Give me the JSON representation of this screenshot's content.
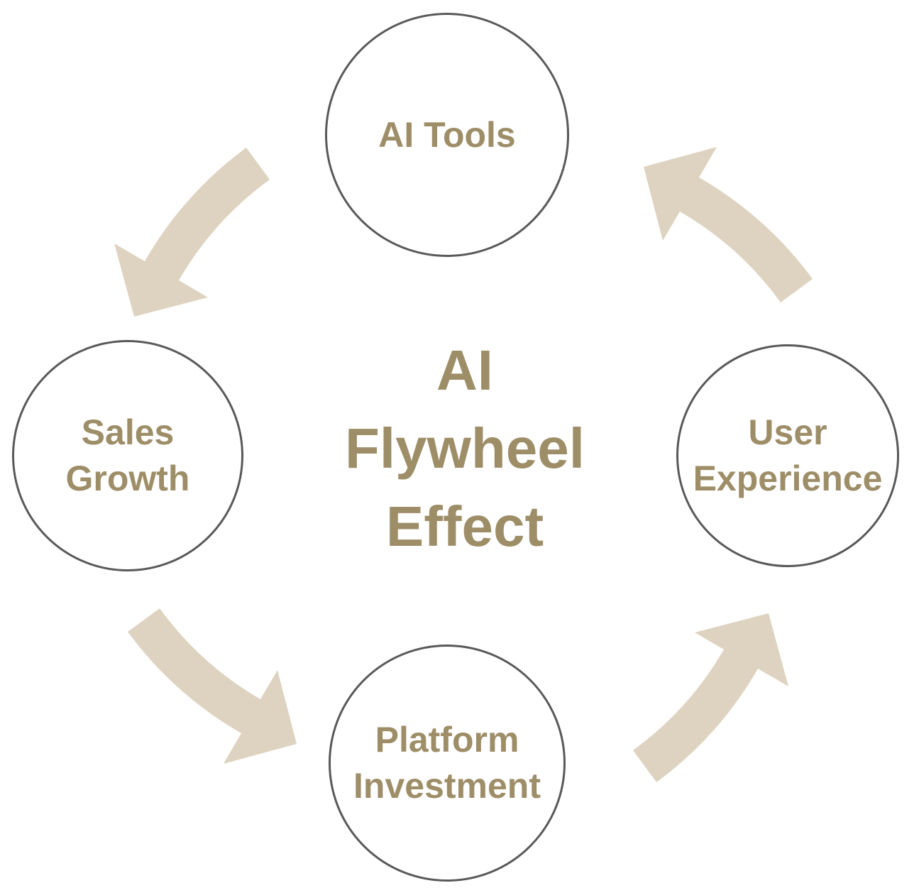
{
  "diagram": {
    "title": "AI Flywheel Effect",
    "title_lines": [
      "AI",
      "Flywheel",
      "Effect"
    ],
    "nodes": [
      {
        "id": "ai-tools",
        "label": "AI Tools",
        "position": "top"
      },
      {
        "id": "sales-growth",
        "label": "Sales Growth",
        "position": "left"
      },
      {
        "id": "platform-investment",
        "label": "Platform Investment",
        "position": "bottom"
      },
      {
        "id": "user-experience",
        "label": "User Experience",
        "position": "right"
      }
    ],
    "flow_sequence": [
      "AI Tools",
      "Sales Growth",
      "Platform Investment",
      "User Experience",
      "AI Tools"
    ],
    "arrows": [
      {
        "name": "arrow-ai-tools-to-sales-growth",
        "from": "AI Tools",
        "to": "Sales Growth",
        "direction": "down-left"
      },
      {
        "name": "arrow-sales-growth-to-platform-investment",
        "from": "Sales Growth",
        "to": "Platform Investment",
        "direction": "down-right"
      },
      {
        "name": "arrow-platform-investment-to-user-experience",
        "from": "Platform Investment",
        "to": "User Experience",
        "direction": "up-right"
      },
      {
        "name": "arrow-user-experience-to-ai-tools",
        "from": "User Experience",
        "to": "AI Tools",
        "direction": "up-left"
      }
    ],
    "colors": {
      "node_border": "#58595b",
      "node_text": "#9e8e68",
      "title_text": "#9e8e68",
      "arrow": "#ded3c0",
      "background": "#ffffff"
    }
  }
}
